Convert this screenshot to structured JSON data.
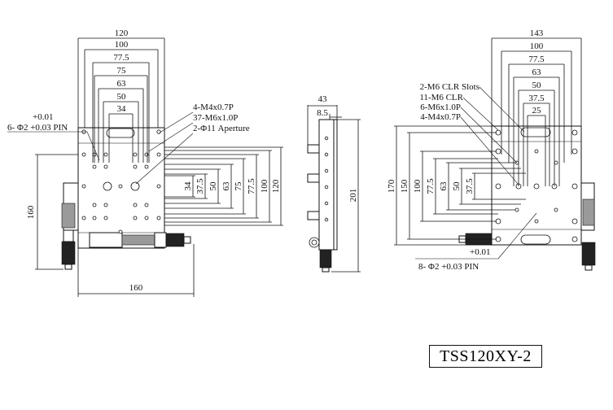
{
  "title_block": {
    "model": "TSS120XY-2"
  },
  "top_view": {
    "top_dims": [
      "120",
      "100",
      "77.5",
      "75",
      "63",
      "50",
      "34"
    ],
    "pin_tolerance_upper": "+0.01",
    "pin_callout": "6- Φ2 +0.03 PIN",
    "hole_callouts": [
      "4-M4x0.7P",
      "37-M6x1.0P",
      "2-Φ11 Aperture"
    ],
    "right_dims": [
      "34",
      "37.5",
      "50",
      "63",
      "75",
      "77.5",
      "100",
      "120"
    ],
    "left_dim": "160",
    "bottom_dim": "160"
  },
  "side_view": {
    "top_dims": [
      "43",
      "8.5"
    ],
    "right_dim": "201"
  },
  "base_view": {
    "top_dims": [
      "143",
      "100",
      "77.5",
      "63",
      "50",
      "37.5",
      "25"
    ],
    "hole_callouts": [
      "2-M6 CLR Slots",
      "11-M6 CLR",
      "6-M6x1.0P",
      "4-M4x0.7P"
    ],
    "left_dims": [
      "170",
      "150",
      "100",
      "77.5",
      "63",
      "50",
      "37.5"
    ],
    "pin_tolerance_upper": "+0.01",
    "pin_callout": "8- Φ2 +0.03 PIN"
  }
}
